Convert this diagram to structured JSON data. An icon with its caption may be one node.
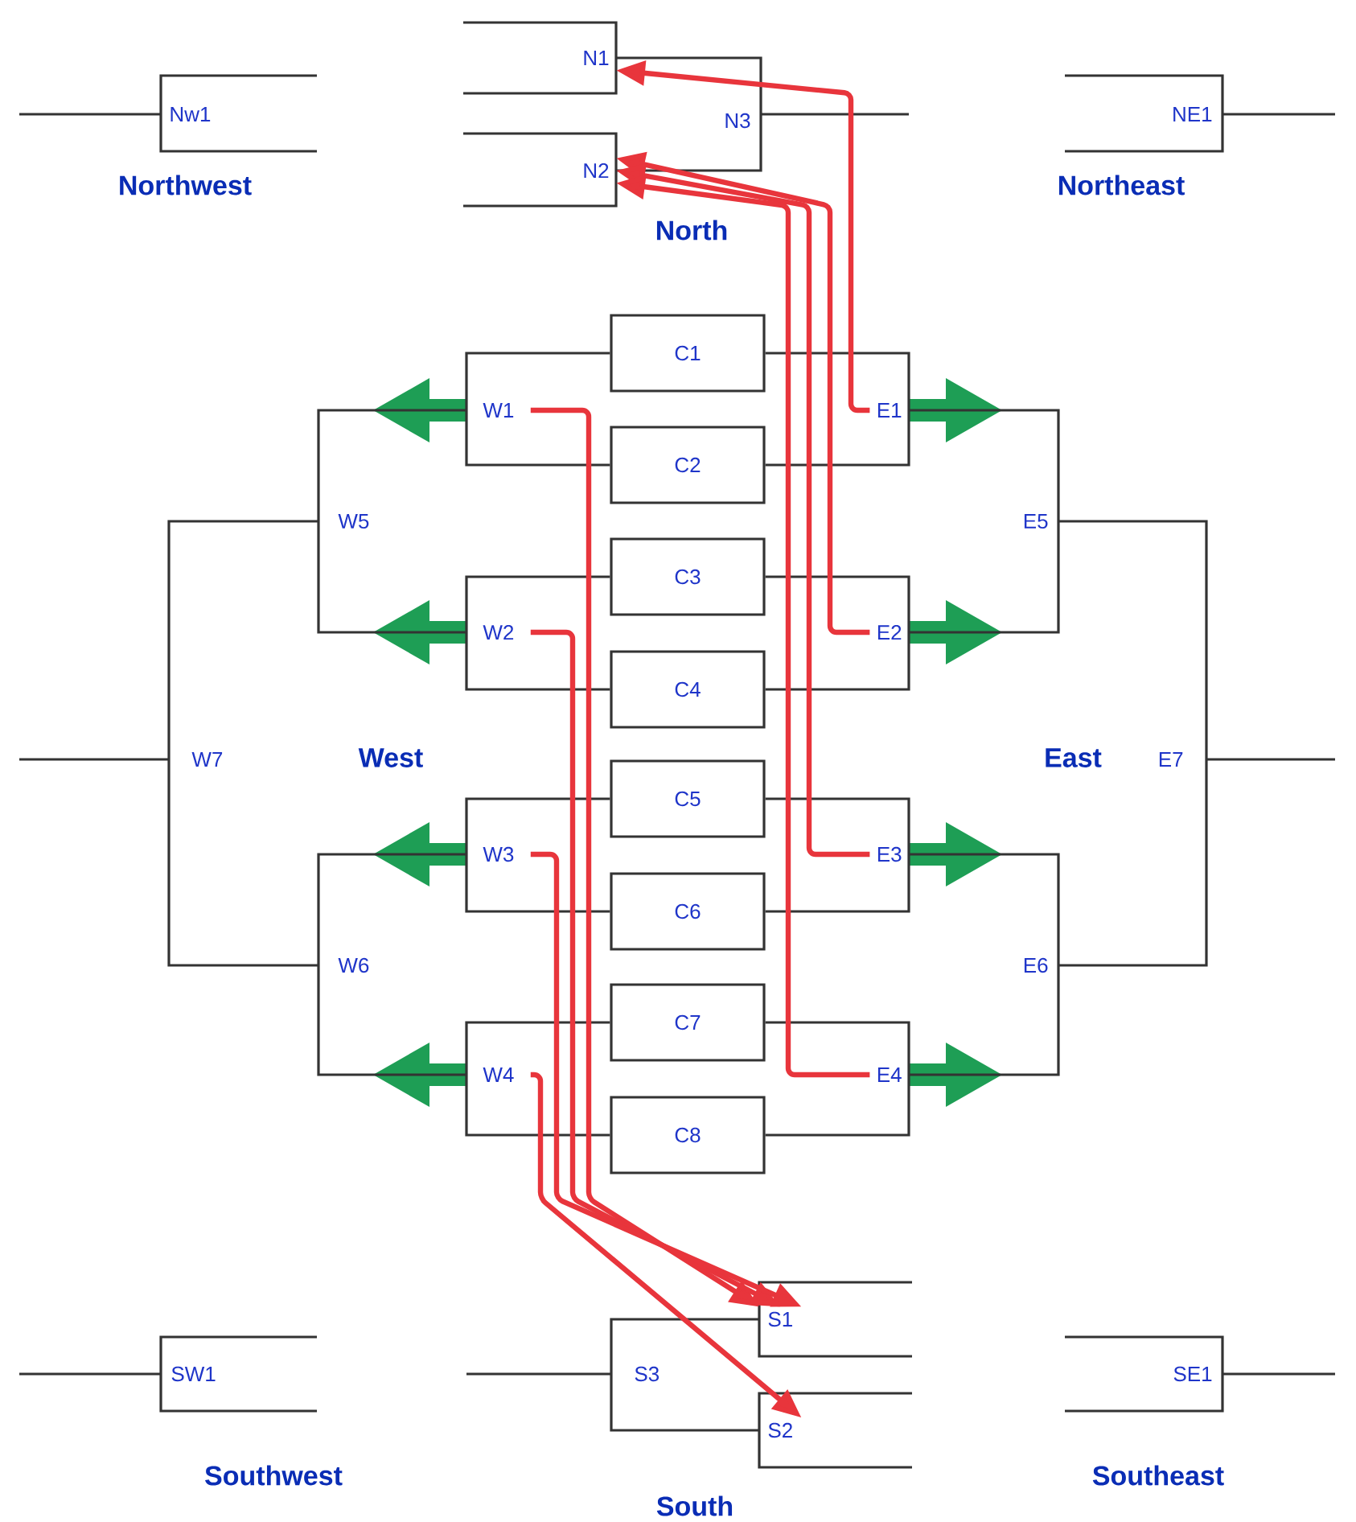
{
  "diagram": {
    "nodes": [
      {
        "text": [
          "Nw1"
        ]
      },
      {
        "text": [
          "N1"
        ]
      },
      {
        "text": [
          "N2"
        ]
      },
      {
        "text": [
          "N3"
        ]
      },
      {
        "text": [
          "NE1"
        ]
      },
      {
        "text": [
          "W1"
        ]
      },
      {
        "text": [
          "W2"
        ]
      },
      {
        "text": [
          "W3"
        ]
      },
      {
        "text": [
          "W4"
        ]
      },
      {
        "text": [
          "W5"
        ]
      },
      {
        "text": [
          "W6"
        ]
      },
      {
        "text": [
          "W7"
        ]
      },
      {
        "text": [
          "C1"
        ]
      },
      {
        "text": [
          "C2"
        ]
      },
      {
        "text": [
          "C3"
        ]
      },
      {
        "text": [
          "C4"
        ]
      },
      {
        "text": [
          "C5"
        ]
      },
      {
        "text": [
          "C6"
        ]
      },
      {
        "text": [
          "C7"
        ]
      },
      {
        "text": [
          "C8"
        ]
      },
      {
        "text": [
          "E1"
        ]
      },
      {
        "text": [
          "E2"
        ]
      },
      {
        "text": [
          "E3"
        ]
      },
      {
        "text": [
          "E4"
        ]
      },
      {
        "text": [
          "E5"
        ]
      },
      {
        "text": [
          "E6"
        ]
      },
      {
        "text": [
          "E7"
        ]
      },
      {
        "text": [
          "SW1"
        ]
      },
      {
        "text": [
          "S1"
        ]
      },
      {
        "text": [
          "S2"
        ]
      },
      {
        "text": [
          "S3"
        ]
      },
      {
        "text": [
          "SE1"
        ]
      }
    ],
    "edges": [
      {
        "from": 12,
        "to": 5,
        "arrow": "none"
      },
      {
        "from": 13,
        "to": 5,
        "arrow": "none"
      },
      {
        "from": 14,
        "to": 6,
        "arrow": "none"
      },
      {
        "from": 15,
        "to": 6,
        "arrow": "none"
      },
      {
        "from": 16,
        "to": 7,
        "arrow": "none"
      },
      {
        "from": 17,
        "to": 7,
        "arrow": "none"
      },
      {
        "from": 18,
        "to": 8,
        "arrow": "none"
      },
      {
        "from": 19,
        "to": 8,
        "arrow": "none"
      },
      {
        "from": 12,
        "to": 20,
        "arrow": "none"
      },
      {
        "from": 13,
        "to": 20,
        "arrow": "none"
      },
      {
        "from": 14,
        "to": 21,
        "arrow": "none"
      },
      {
        "from": 15,
        "to": 21,
        "arrow": "none"
      },
      {
        "from": 16,
        "to": 22,
        "arrow": "none"
      },
      {
        "from": 17,
        "to": 22,
        "arrow": "none"
      },
      {
        "from": 18,
        "to": 23,
        "arrow": "none"
      },
      {
        "from": 19,
        "to": 23,
        "arrow": "none"
      },
      {
        "from": 5,
        "to": 9,
        "arrow": "none"
      },
      {
        "from": 6,
        "to": 9,
        "arrow": "none"
      },
      {
        "from": 7,
        "to": 10,
        "arrow": "none"
      },
      {
        "from": 8,
        "to": 10,
        "arrow": "none"
      },
      {
        "from": 20,
        "to": 24,
        "arrow": "none"
      },
      {
        "from": 21,
        "to": 24,
        "arrow": "none"
      },
      {
        "from": 22,
        "to": 25,
        "arrow": "none"
      },
      {
        "from": 23,
        "to": 25,
        "arrow": "none"
      },
      {
        "from": 9,
        "to": 11,
        "arrow": "none"
      },
      {
        "from": 10,
        "to": 11,
        "arrow": "none"
      },
      {
        "from": 24,
        "to": 26,
        "arrow": "none"
      },
      {
        "from": 25,
        "to": 26,
        "arrow": "none"
      },
      {
        "from": 1,
        "to": 3,
        "arrow": "none"
      },
      {
        "from": 2,
        "to": 3,
        "arrow": "none"
      },
      {
        "from": 28,
        "to": 30,
        "arrow": "none"
      },
      {
        "from": 29,
        "to": 30,
        "arrow": "none"
      },
      {
        "from": 20,
        "to": 1,
        "arrow": "to",
        "style": "thick",
        "color": "#e8353c"
      },
      {
        "from": 21,
        "to": 2,
        "arrow": "to",
        "style": "thick",
        "color": "#e8353c"
      },
      {
        "from": 22,
        "to": 2,
        "arrow": "to",
        "style": "thick",
        "color": "#e8353c"
      },
      {
        "from": 23,
        "to": 2,
        "arrow": "to",
        "style": "thick",
        "color": "#e8353c"
      },
      {
        "from": 5,
        "to": 28,
        "arrow": "to",
        "style": "thick",
        "color": "#e8353c"
      },
      {
        "from": 6,
        "to": 28,
        "arrow": "to",
        "style": "thick",
        "color": "#e8353c"
      },
      {
        "from": 7,
        "to": 28,
        "arrow": "to",
        "style": "thick",
        "color": "#e8353c"
      },
      {
        "from": 8,
        "to": 29,
        "arrow": "to",
        "style": "thick",
        "color": "#e8353c"
      }
    ],
    "labels": [
      "Northwest",
      "Northeast",
      "North",
      "West",
      "East",
      "Southwest",
      "Southeast",
      "South"
    ]
  }
}
